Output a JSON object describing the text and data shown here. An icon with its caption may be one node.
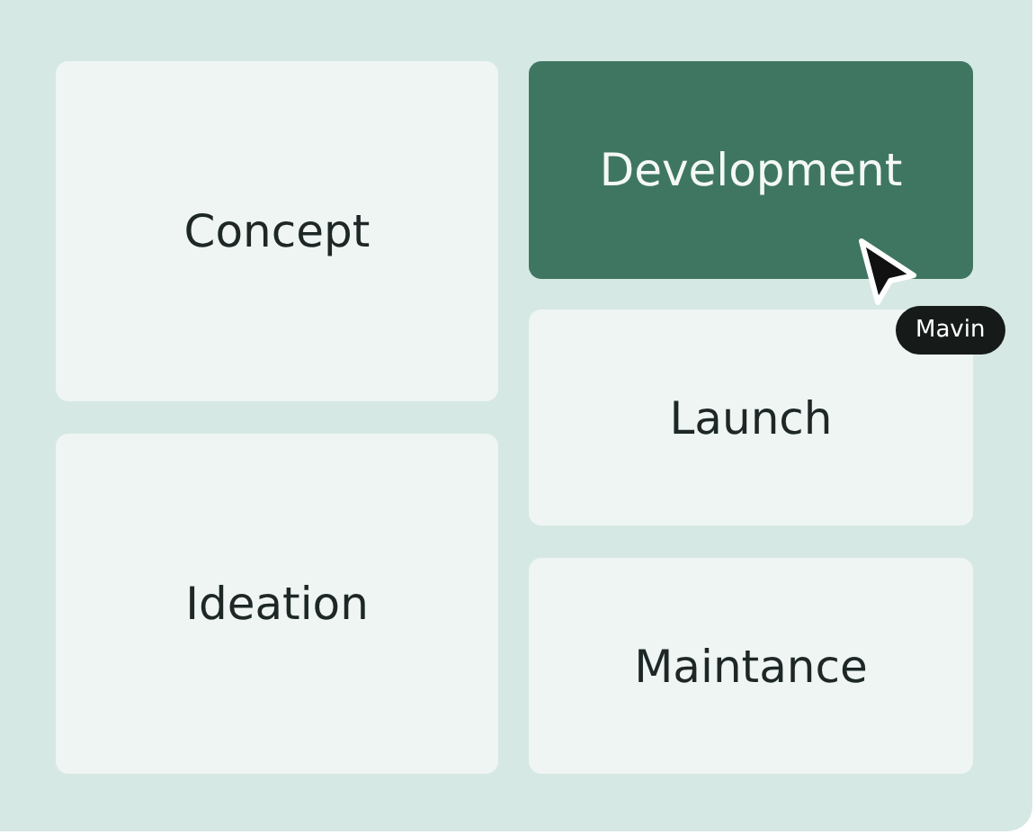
{
  "diagram": {
    "nodes": [
      {
        "text": [
          "Concept"
        ]
      },
      {
        "text": [
          "Development"
        ]
      },
      {
        "text": [
          "Launch"
        ]
      },
      {
        "text": [
          "Ideation"
        ]
      },
      {
        "text": [
          "Maintance"
        ]
      }
    ],
    "labels": [
      "Mavin"
    ]
  }
}
